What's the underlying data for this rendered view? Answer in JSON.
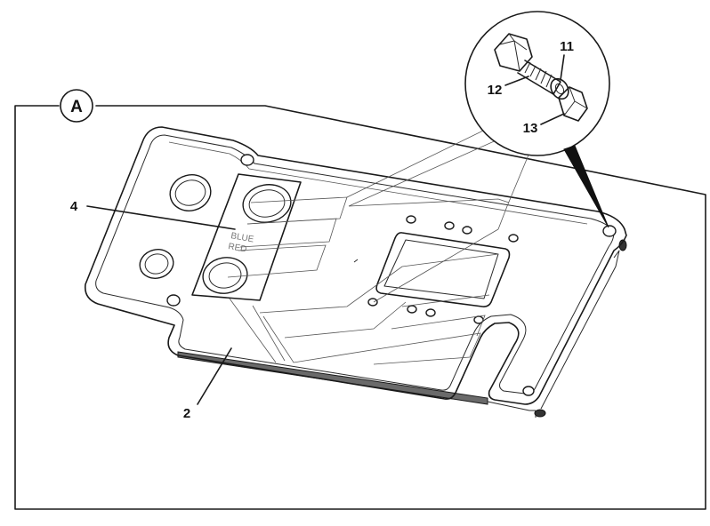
{
  "view_label": "A",
  "callouts": [
    {
      "id": "callout-4",
      "text": "4"
    },
    {
      "id": "callout-2",
      "text": "2"
    },
    {
      "id": "callout-11",
      "text": "11"
    },
    {
      "id": "callout-12",
      "text": "12"
    },
    {
      "id": "callout-13",
      "text": "13"
    }
  ],
  "plate_marking": {
    "line1": "BLUE",
    "line2": "RED"
  },
  "colors": {
    "line": "#1a1a1a",
    "background": "#ffffff",
    "shading": "#6a6a6a"
  }
}
